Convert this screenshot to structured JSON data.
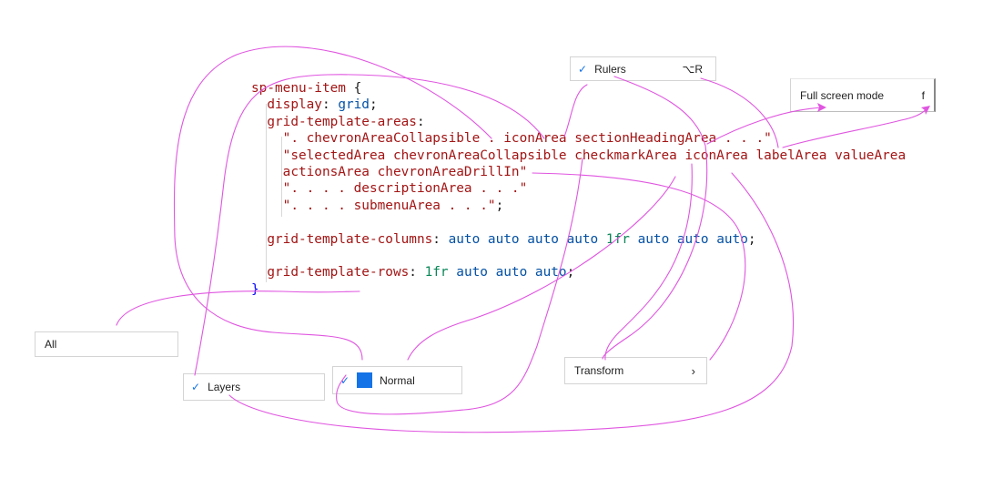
{
  "code": {
    "selector": "sp-menu-item",
    "open_brace": " {",
    "display_prop": "display",
    "display_val": "grid",
    "areas_prop": "grid-template-areas",
    "area_lines": [
      "\". chevronAreaCollapsible . iconArea sectionHeadingArea . . .\"",
      "\"selectedArea chevronAreaCollapsible checkmarkArea iconArea labelArea valueArea",
      "actionsArea chevronAreaDrillIn\"",
      "\". . . . descriptionArea . . .\"",
      "\". . . . submenuArea . . .\""
    ],
    "columns_prop": "grid-template-columns",
    "columns_vals_a": "auto auto auto auto",
    "columns_fr": "1fr",
    "columns_vals_b": "auto auto auto",
    "rows_prop": "grid-template-rows",
    "rows_fr": "1fr",
    "rows_vals": "auto auto auto",
    "close_brace": "}"
  },
  "items": {
    "rulers": {
      "label": "Rulers",
      "shortcut": "⌥R",
      "check_icon": "checkmark-icon"
    },
    "fullscreen": {
      "label": "Full screen mode",
      "shortcut": "f"
    },
    "all": {
      "label": "All"
    },
    "layers": {
      "label": "Layers",
      "check_icon": "checkmark-icon"
    },
    "normal": {
      "label": "Normal",
      "check_icon": "checkmark-icon",
      "swatch_color": "#1473e6"
    },
    "transform": {
      "label": "Transform",
      "chevron_icon": "chevron-right-icon"
    }
  },
  "colors": {
    "accent": "#1473e6",
    "connector": "#e056e0"
  }
}
